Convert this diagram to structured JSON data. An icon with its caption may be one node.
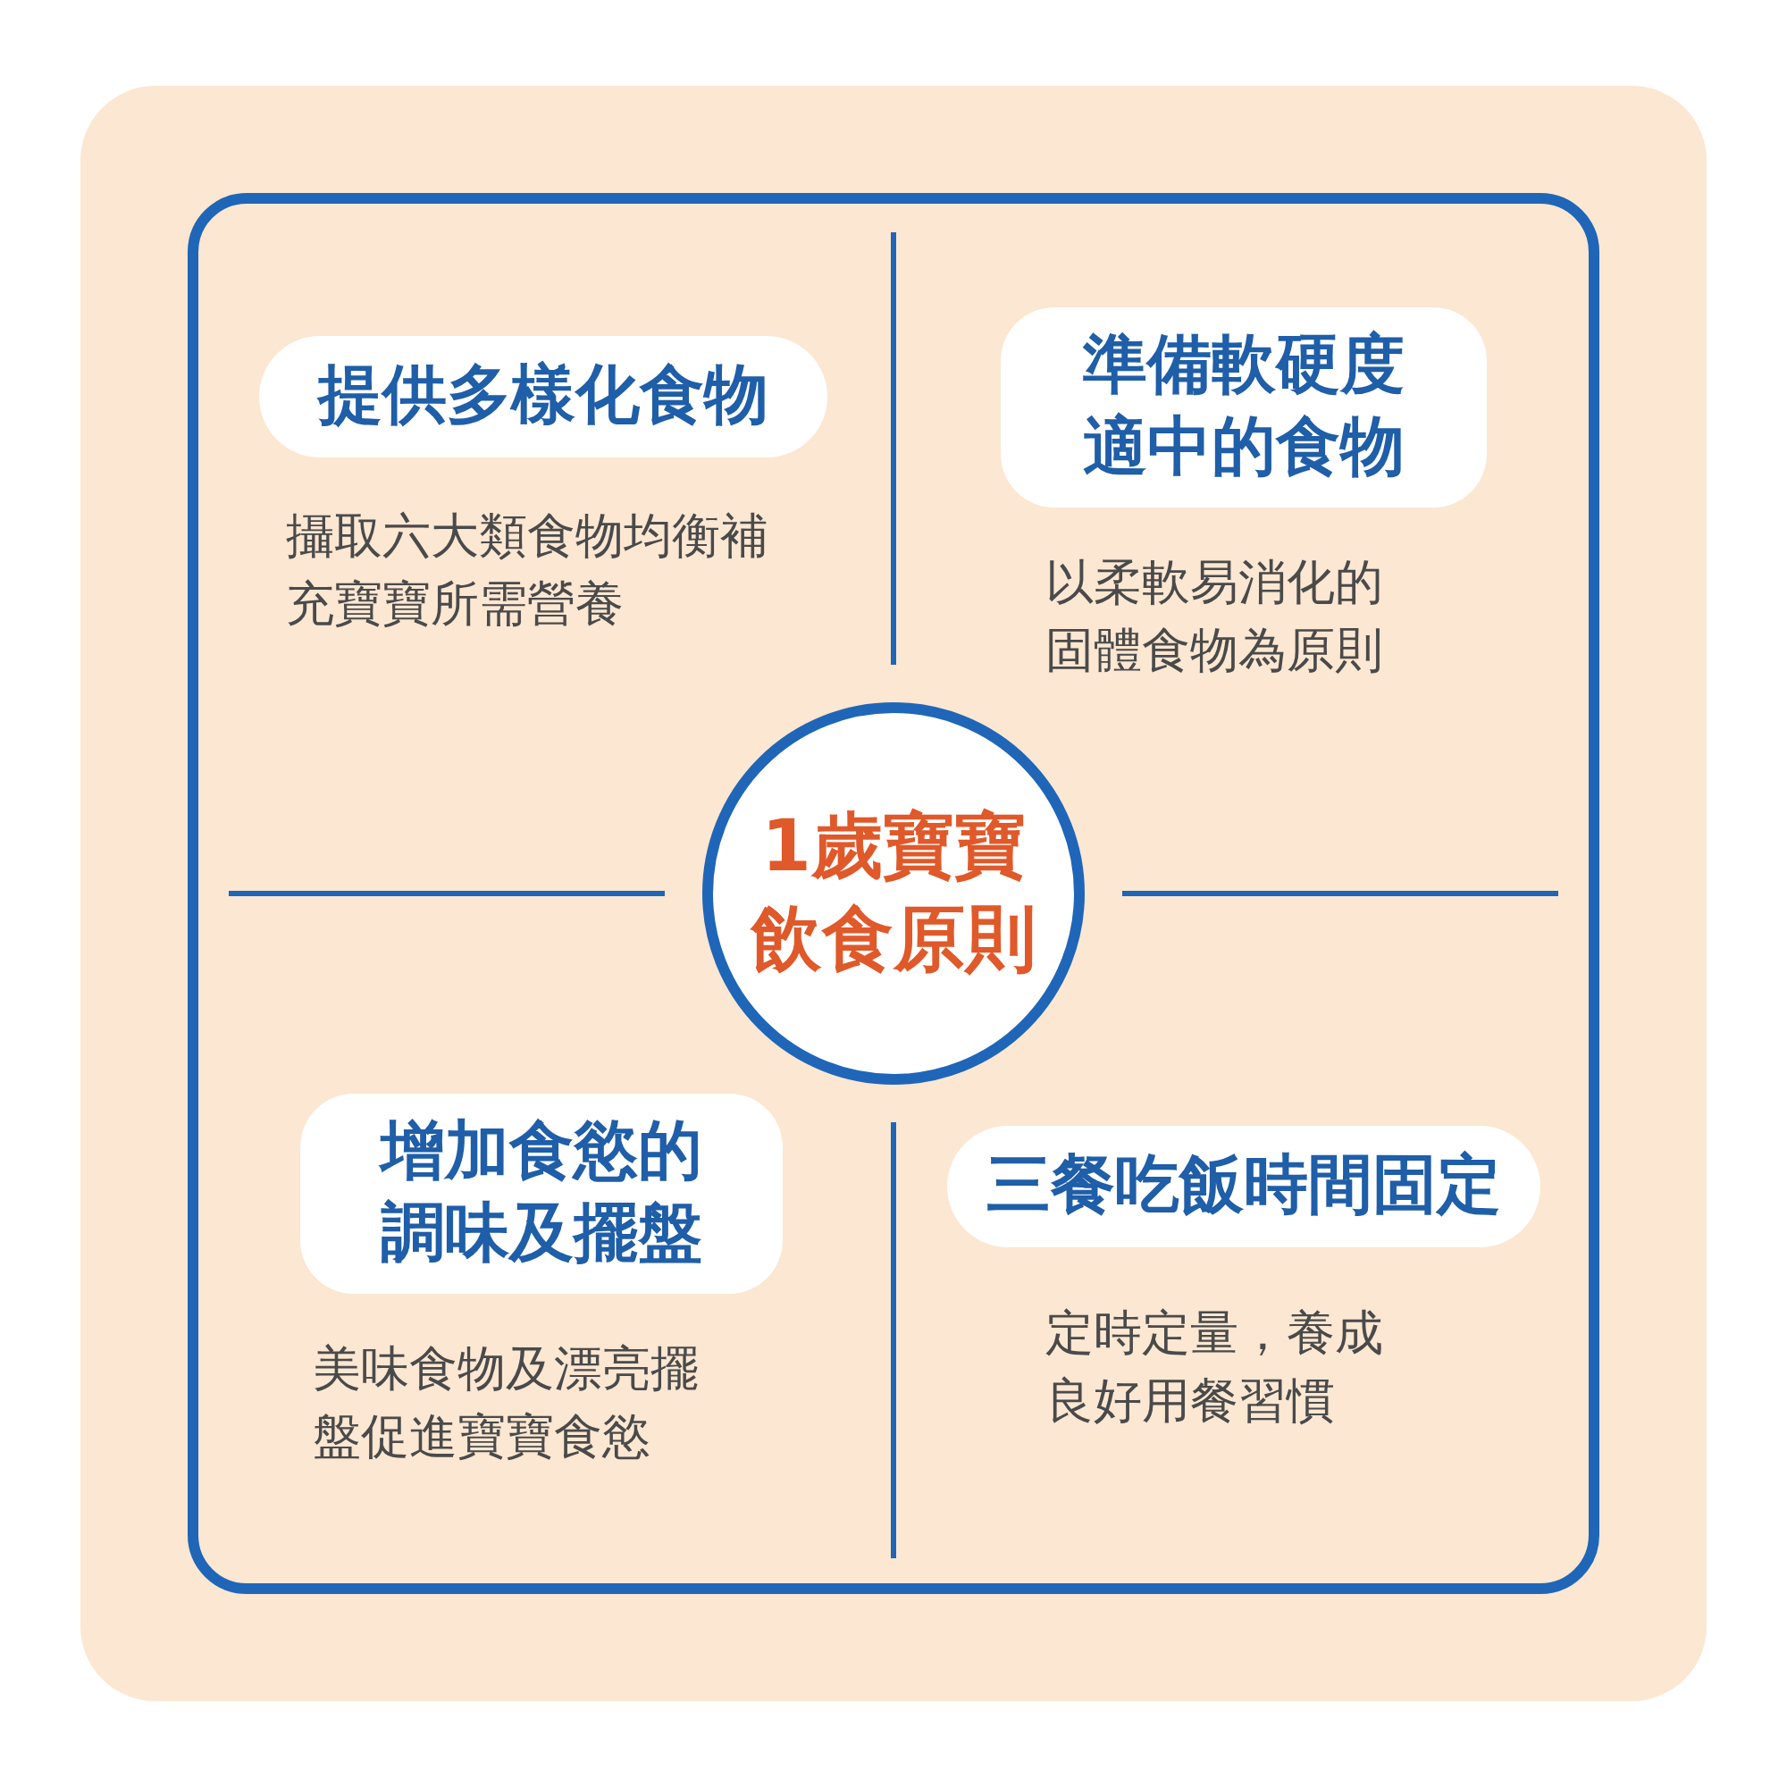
{
  "diagram": {
    "nodes": [
      {
        "text": [
          "1歲寶寶飲食原則"
        ]
      },
      {
        "text": [
          "提供多樣化食物"
        ],
        "beside": [
          "攝取六大類食物均衡補充寶寶所需營養"
        ]
      },
      {
        "text": [
          "準備軟硬度適中的食物"
        ],
        "beside": [
          "以柔軟易消化的固體食物為原則"
        ]
      },
      {
        "text": [
          "增加食慾的調味及擺盤"
        ],
        "beside": [
          "美味食物及漂亮擺盤促進寶寶食慾"
        ]
      },
      {
        "text": [
          "三餐吃飯時間固定"
        ],
        "beside": [
          "定時定量，養成良好用餐習慣"
        ]
      }
    ]
  }
}
